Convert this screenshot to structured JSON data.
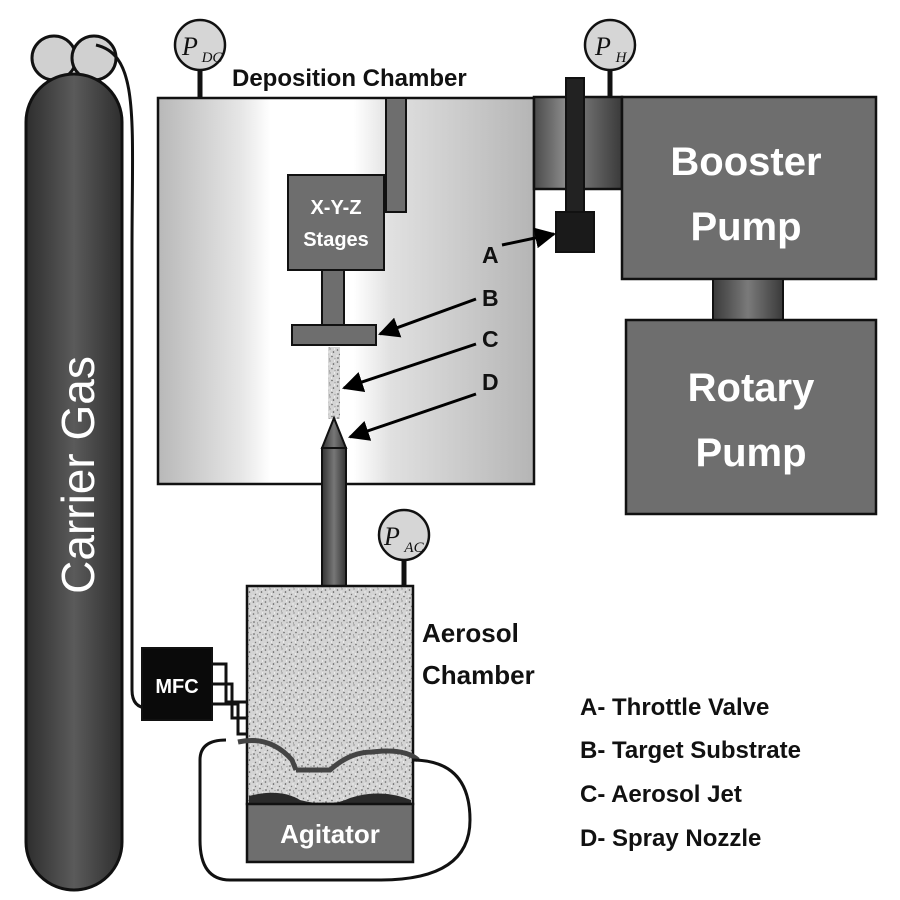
{
  "labels": {
    "carrier_gas": "Carrier Gas",
    "deposition_chamber": "Deposition Chamber",
    "xyz_line1": "X-Y-Z",
    "xyz_line2": "Stages",
    "booster_line1": "Booster",
    "booster_line2": "Pump",
    "rotary_line1": "Rotary",
    "rotary_line2": "Pump",
    "aerosol_line1": "Aerosol",
    "aerosol_line2": "Chamber",
    "mfc": "MFC",
    "agitator": "Agitator"
  },
  "gauges": {
    "dc": {
      "main": "P",
      "sub": "DC"
    },
    "h": {
      "main": "P",
      "sub": "H"
    },
    "ac": {
      "main": "P",
      "sub": "AC"
    }
  },
  "callouts": [
    "A",
    "B",
    "C",
    "D"
  ],
  "legend": [
    "A- Throttle Valve",
    "B- Target Substrate",
    "C- Aerosol Jet",
    "D- Spray Nozzle"
  ]
}
